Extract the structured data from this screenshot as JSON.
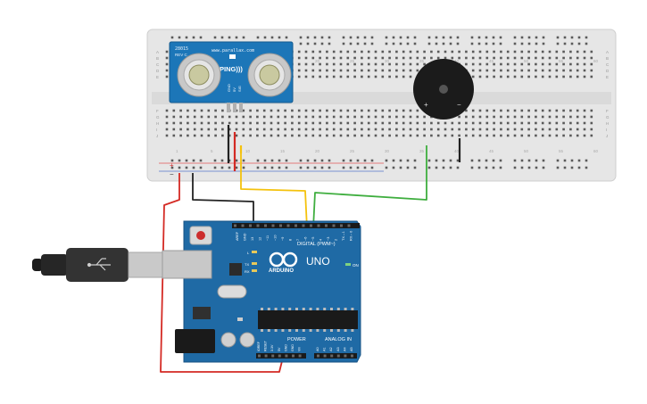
{
  "sensor": {
    "brand": "www.parallax.com",
    "model_code": "28015",
    "revision": "REV C",
    "name": "PING)))",
    "pins": [
      "GND",
      "5V",
      "SIG"
    ]
  },
  "breadboard": {
    "row_letters_top": [
      "A",
      "B",
      "C",
      "D",
      "E"
    ],
    "row_letters_bottom": [
      "F",
      "G",
      "H",
      "I",
      "J"
    ],
    "column_numbers": [
      "1",
      "5",
      "10",
      "15",
      "20",
      "25",
      "30",
      "35",
      "40",
      "45",
      "50",
      "55",
      "60"
    ],
    "rail_plus": "+",
    "rail_minus": "−"
  },
  "buzzer": {
    "plus": "+",
    "minus": "−"
  },
  "arduino": {
    "brand": "ARDUINO",
    "model": "UNO",
    "digital_header": "DIGITAL (PWM~)",
    "power_header": "POWER",
    "analog_header": "ANALOG IN",
    "on_label": "ON",
    "tx_label": "TX",
    "rx_label": "RX",
    "l_label": "L",
    "top_pins": [
      "AREF",
      "GND",
      "13",
      "12",
      "~11",
      "~10",
      "~9",
      "8",
      "7",
      "~6",
      "~5",
      "4",
      "~3",
      "2",
      "TX→1",
      "RX←0"
    ],
    "power_pins": [
      "IOREF",
      "RESET",
      "3.3V",
      "5V",
      "GND",
      "GND",
      "Vin"
    ],
    "analog_pins": [
      "A0",
      "A1",
      "A2",
      "A3",
      "A4",
      "A5"
    ]
  },
  "colors": {
    "board_blue": "#1f6aa5",
    "breadboard": "#e6e6e6",
    "sensor_blue": "#1c76b8",
    "wire_red": "#d42a24",
    "wire_black": "#222222",
    "wire_yellow": "#f4c20d",
    "wire_green": "#3fae3f"
  }
}
